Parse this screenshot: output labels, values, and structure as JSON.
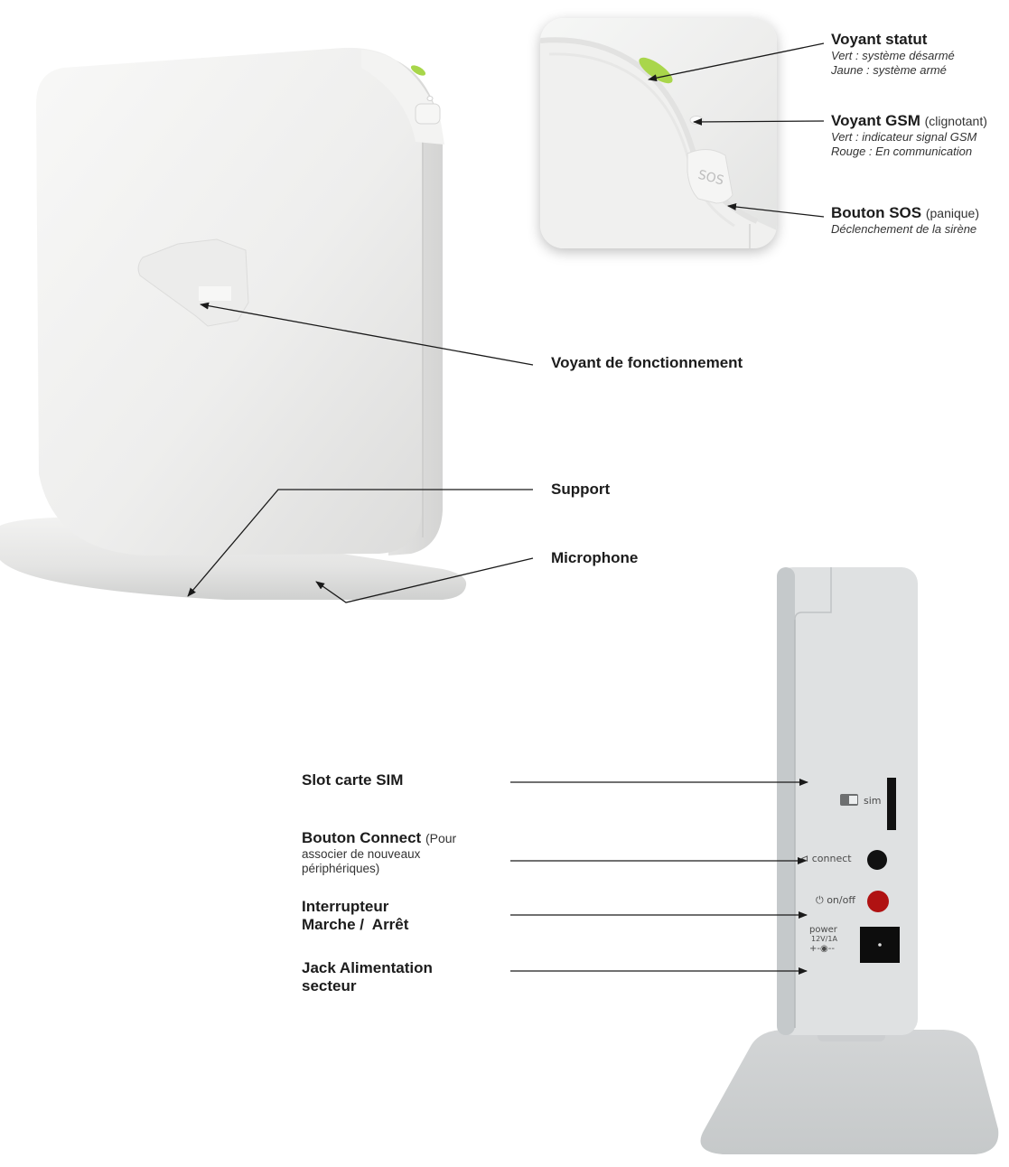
{
  "callouts_top": {
    "status_led": {
      "title": "Voyant statut",
      "lines": [
        "Vert : système désarmé",
        "Jaune : système armé"
      ]
    },
    "gsm_led": {
      "title": "Voyant GSM",
      "title_note": "(clignotant)",
      "lines": [
        "Vert : indicateur signal GSM",
        "Rouge : En communication"
      ]
    },
    "sos_button": {
      "title": "Bouton SOS",
      "title_note": "(panique)",
      "lines": [
        "Déclenchement de la sirène"
      ]
    }
  },
  "callouts_front": {
    "operation_led": "Voyant de fonctionnement",
    "support": "Support",
    "microphone": "Microphone"
  },
  "callouts_rear": {
    "sim_slot": "Slot carte SIM",
    "connect_button": {
      "title": "Bouton Connect",
      "note_line1": "(Pour",
      "note_line2": "associer de nouveaux",
      "note_line3": "périphériques)"
    },
    "power_switch": {
      "line1": "Interrupteur",
      "line2": "Marche /  Arrêt"
    },
    "power_jack": {
      "line1": "Jack Alimentation",
      "line2": "secteur"
    }
  },
  "device_front": {
    "sos_label": "SOS",
    "status_led_color": "#9fd13a"
  },
  "device_rear": {
    "sim_label": "sim",
    "connect_label": "connect",
    "onoff_label": "on/off",
    "power_label": "power",
    "power_rating": "12V/1A",
    "polarity": "+-◉--",
    "switch_color": "#b01212",
    "body_color": "#dfe1e2"
  }
}
